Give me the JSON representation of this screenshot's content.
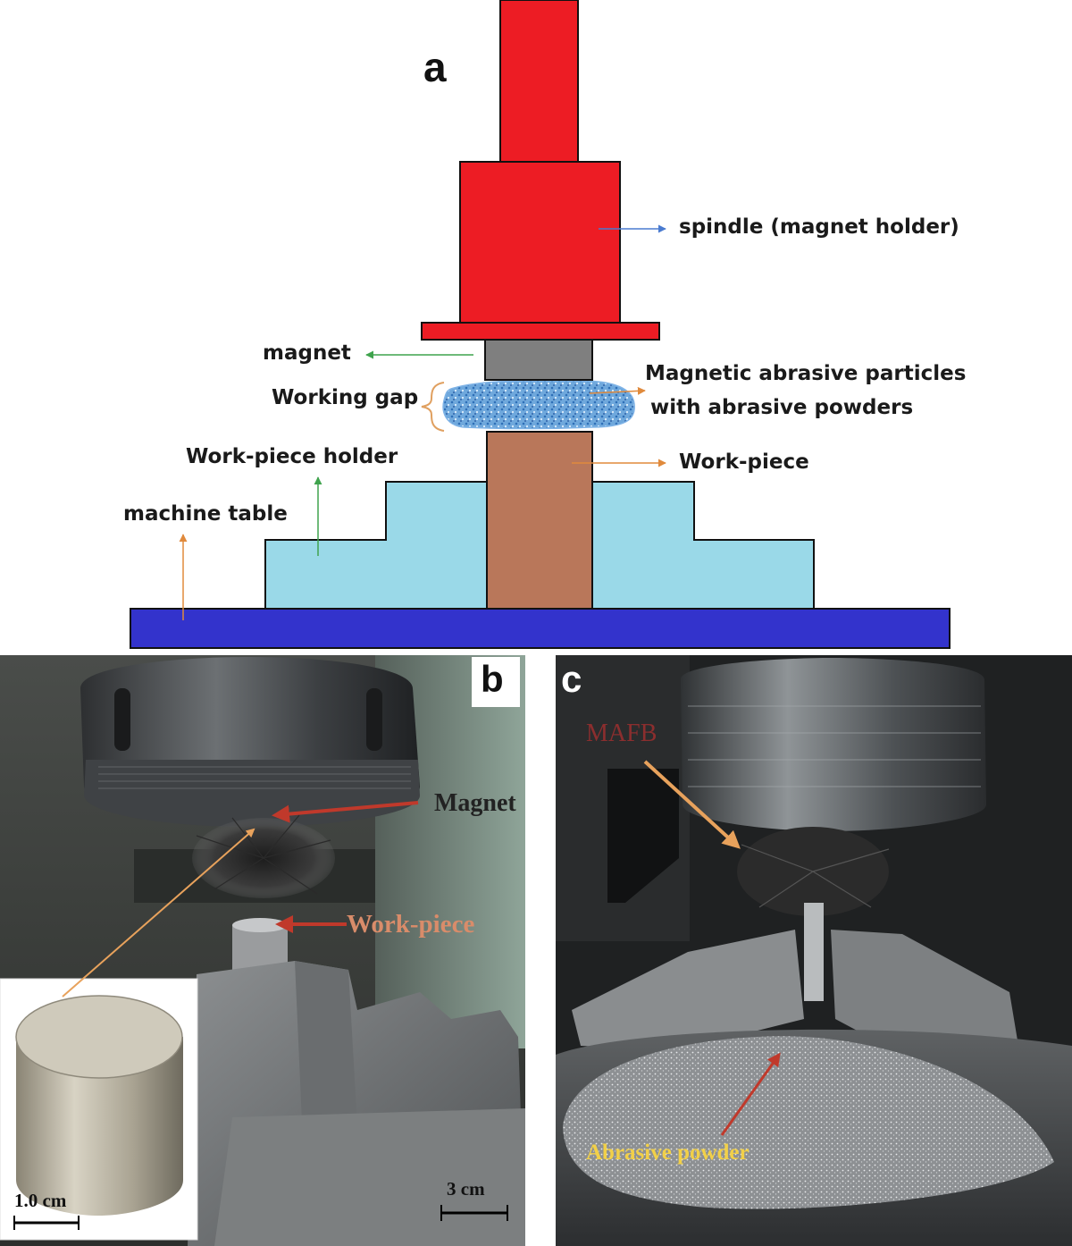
{
  "panel_a": {
    "letter": "a",
    "labels": {
      "spindle": "spindle (magnet holder)",
      "magnet": "magnet",
      "working_gap": "Working gap",
      "map_line1": "Magnetic abrasive particles",
      "map_line2": "with abrasive powders",
      "workpiece_holder": "Work-piece holder",
      "workpiece": "Work-piece",
      "machine_table": "machine table"
    },
    "colors": {
      "spindle": "#ed1c24",
      "magnet": "#7f7f7f",
      "abrasive": "#6fa8dc",
      "workpiece": "#b9775a",
      "holder": "#9ad9e8",
      "table": "#3333cc"
    }
  },
  "panel_b": {
    "letter": "b",
    "magnet_label": "Magnet",
    "workpiece_label": "Work-piece",
    "scale_inset": "1.0 cm",
    "scale_main": "3 cm",
    "arrow_color": "#c0392b",
    "label_color_magnet": "#222222",
    "label_color_workpiece": "#d98c6a"
  },
  "panel_c": {
    "letter": "c",
    "mafb_label": "MAFB",
    "powder_label": "Abrasive powder",
    "mafb_color": "#8b2e2e",
    "powder_color": "#f2d048",
    "arrow_color": "#c0392b"
  }
}
